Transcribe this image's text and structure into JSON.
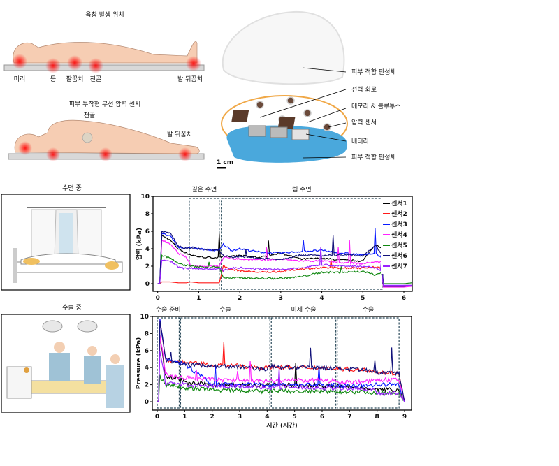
{
  "panel_a": {
    "title_top": "욕창 발생 위치",
    "sites": [
      "머리",
      "등",
      "팔꿈치",
      "천골",
      "발 뒤꿈치"
    ],
    "title_bottom": "피부 부착형 무선 압력 센서",
    "sensor_sites": [
      "천골",
      "발 뒤꿈치"
    ]
  },
  "panel_b": {
    "labels": [
      "피부 적합 탄성체",
      "전력 회로",
      "메모리 & 블루투스",
      "압력 센서",
      "배터리",
      "피부 적합 탄성체"
    ],
    "scale_bar": "1 cm"
  },
  "scenes": {
    "sleep": "수면 중",
    "surgery": "수술 중"
  },
  "colors": {
    "s1": "#000000",
    "s2": "#ff1a1a",
    "s3": "#0a1aff",
    "s4": "#ff22ff",
    "s5": "#118811",
    "s6": "#12127a",
    "s7": "#9922ff"
  },
  "chart_data": [
    {
      "type": "line",
      "title": "",
      "xlabel": "",
      "ylabel": "압력 (kPa)",
      "xlim": [
        -0.05,
        6.2
      ],
      "ylim": [
        -1,
        10
      ],
      "xticks": [
        "0",
        "1",
        "2",
        "3",
        "4",
        "5",
        "6"
      ],
      "yticks": [
        "0",
        "2",
        "4",
        "6",
        "8",
        "10"
      ],
      "regions": [
        {
          "label": "깊은 수면",
          "x": [
            0.77,
            1.5
          ]
        },
        {
          "label": "렘 수면",
          "x": [
            1.55,
            5.47
          ]
        }
      ],
      "legend": "right",
      "x": [
        0,
        0.05,
        0.1,
        0.3,
        0.5,
        0.7,
        0.8,
        1.0,
        1.2,
        1.5,
        1.6,
        1.8,
        2.0,
        2.5,
        3.0,
        3.5,
        4.0,
        4.5,
        5.0,
        5.3,
        5.45,
        5.5,
        6.0,
        6.2
      ],
      "series": [
        {
          "name": "센서1",
          "key": "s1",
          "values": [
            0,
            0,
            5.5,
            5,
            4,
            3.5,
            3.3,
            3.1,
            3.0,
            3.0,
            3.2,
            3.1,
            3.2,
            3.0,
            3.5,
            2.8,
            2.9,
            2.7,
            2.6,
            4.5,
            4.0,
            -0.3,
            -0.3,
            -0.3
          ]
        },
        {
          "name": "센서2",
          "key": "s2",
          "values": [
            0,
            0,
            0.2,
            0.2,
            0.1,
            0.1,
            0.2,
            0.1,
            0.1,
            0.1,
            2.0,
            1.6,
            1.5,
            1.3,
            1.4,
            1.7,
            1.8,
            1.8,
            1.8,
            1.9,
            1.8,
            -0.3,
            -0.2,
            -0.2
          ]
        },
        {
          "name": "센서3",
          "key": "s3",
          "values": [
            0,
            0,
            5.7,
            5.5,
            4.2,
            4.0,
            4.2,
            4.0,
            3.9,
            3.8,
            4.5,
            3.8,
            4.0,
            3.6,
            3.5,
            3.7,
            3.8,
            3.5,
            3.3,
            3.5,
            3.0,
            -0.2,
            -0.2,
            -0.2
          ]
        },
        {
          "name": "센서4",
          "key": "s4",
          "values": [
            0,
            0,
            5,
            4.5,
            3.5,
            3.0,
            2.1,
            2.0,
            2.0,
            2.0,
            3.0,
            2.9,
            2.8,
            2.7,
            2.8,
            2.6,
            2.6,
            2.4,
            2.3,
            2.5,
            2.5,
            -0.4,
            -0.4,
            -0.3
          ]
        },
        {
          "name": "센서5",
          "key": "s5",
          "values": [
            0,
            0,
            3.2,
            3.0,
            2.3,
            2.1,
            2.0,
            1.9,
            1.9,
            1.9,
            0.7,
            0.6,
            0.7,
            0.6,
            0.6,
            0.8,
            1.3,
            1.3,
            1.4,
            1.0,
            1.3,
            0,
            0,
            0.1
          ]
        },
        {
          "name": "센서6",
          "key": "s6",
          "values": [
            0,
            0,
            6,
            5.8,
            4.3,
            4.0,
            4.1,
            4.0,
            3.9,
            3.8,
            3.2,
            3.0,
            3.1,
            2.9,
            2.8,
            3.3,
            3.2,
            3.3,
            3.2,
            4.4,
            3.5,
            -0.3,
            -0.3,
            -0.2
          ]
        },
        {
          "name": "센서7",
          "key": "s7",
          "values": [
            0,
            0,
            2.7,
            2.6,
            1.9,
            1.7,
            1.8,
            1.7,
            1.7,
            1.7,
            1.5,
            1.8,
            1.8,
            1.7,
            1.6,
            1.8,
            2.2,
            2.0,
            2.0,
            1.8,
            1.5,
            -0.2,
            -0.2,
            -0.2
          ]
        }
      ]
    },
    {
      "type": "line",
      "title": "",
      "xlabel": "시간 (시간)",
      "ylabel": "Pressure (kPa)",
      "xlim": [
        -0.2,
        9.2
      ],
      "ylim": [
        -1,
        10
      ],
      "xticks": [
        "0",
        "1",
        "2",
        "3",
        "4",
        "5",
        "6",
        "7",
        "8",
        "9"
      ],
      "yticks": [
        "0",
        "2",
        "4",
        "6",
        "8",
        "10"
      ],
      "regions": [
        {
          "label": "수술 준비",
          "x": [
            0,
            0.8
          ]
        },
        {
          "label": "수술",
          "x": [
            0.85,
            4.1
          ]
        },
        {
          "label": "미세 수술",
          "x": [
            4.15,
            6.5
          ]
        },
        {
          "label": "수술",
          "x": [
            6.55,
            8.8
          ]
        }
      ],
      "x": [
        0,
        0.05,
        0.1,
        0.3,
        0.5,
        0.8,
        1,
        2,
        3,
        4,
        4.1,
        5,
        6,
        6.5,
        7,
        7.8,
        8,
        8.8,
        9
      ],
      "series": [
        {
          "name": "센서1",
          "key": "s1",
          "values": [
            0,
            0,
            8,
            3,
            2.9,
            2.7,
            2.2,
            2,
            2,
            1.9,
            2,
            1.9,
            1.9,
            1.8,
            1.7,
            1.6,
            1.4,
            1.4,
            0
          ]
        },
        {
          "name": "센서2",
          "key": "s2",
          "values": [
            0,
            0,
            9.5,
            5,
            4.8,
            4.7,
            4.6,
            4.3,
            4.2,
            4.0,
            4.1,
            4.0,
            4.0,
            3.9,
            3.8,
            3.7,
            3.5,
            3.3,
            0
          ]
        },
        {
          "name": "센서3",
          "key": "s3",
          "values": [
            0,
            0,
            9.5,
            5,
            4.8,
            4.6,
            4.4,
            2.0,
            2.0,
            2.0,
            2.0,
            2.0,
            2.0,
            1.9,
            1.9,
            1.9,
            2.0,
            2.0,
            0
          ]
        },
        {
          "name": "센서4",
          "key": "s4",
          "values": [
            0,
            0,
            8,
            3.2,
            3,
            2.9,
            2.8,
            2.6,
            2.5,
            2.4,
            2.5,
            2.5,
            2.5,
            2.4,
            2.3,
            2.4,
            2.6,
            2.5,
            0
          ]
        },
        {
          "name": "센서5",
          "key": "s5",
          "values": [
            0,
            0,
            3,
            2,
            1.9,
            1.8,
            1.6,
            1.4,
            1.3,
            1.2,
            1.3,
            1.2,
            1.2,
            1.2,
            1.2,
            1.1,
            1.1,
            1.0,
            0
          ]
        },
        {
          "name": "센서6",
          "key": "s6",
          "values": [
            0,
            0,
            9.5,
            5,
            4.8,
            4.6,
            4.4,
            4.2,
            4.1,
            3.8,
            4.1,
            4.0,
            4.0,
            3.9,
            3.8,
            3.6,
            3.4,
            3.4,
            0
          ]
        },
        {
          "name": "센서7",
          "key": "s7",
          "values": [
            0,
            0,
            6,
            2.2,
            2.2,
            2.1,
            2.0,
            1.8,
            1.8,
            1.7,
            1.7,
            1.7,
            1.6,
            1.6,
            1.5,
            1.5,
            1.0,
            1.0,
            0
          ]
        }
      ]
    }
  ]
}
